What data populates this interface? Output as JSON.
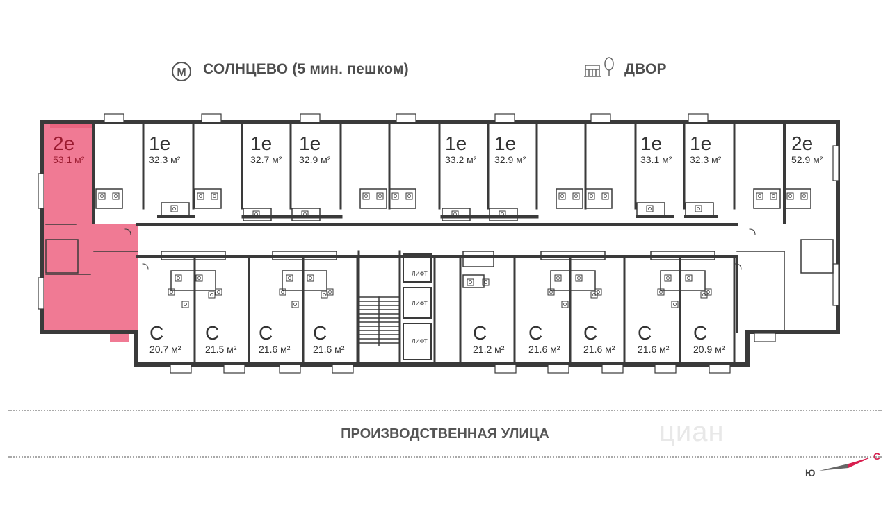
{
  "header": {
    "metro_label": "СОЛНЦЕВО (5 мин. пешком)",
    "metro_icon": "metro-icon",
    "yard_label": "ДВОР",
    "yard_icon": "yard-icon"
  },
  "street_label": "ПРОИЗВОДСТВЕННАЯ УЛИЦА",
  "watermark": "циан",
  "compass": {
    "north": "С",
    "south": "Ю",
    "north_color": "#d81e4f"
  },
  "colors": {
    "selected_fill": "#f07a94",
    "wall": "#3a3a3a"
  },
  "apartments_top": [
    {
      "type": "2е",
      "area": "53.1 м²",
      "selected": true
    },
    {
      "type": "1е",
      "area": "32.3 м²"
    },
    {
      "type": "1е",
      "area": "32.7 м²"
    },
    {
      "type": "1е",
      "area": "32.9 м²"
    },
    {
      "type": "1е",
      "area": "33.2 м²"
    },
    {
      "type": "1е",
      "area": "32.9 м²"
    },
    {
      "type": "1е",
      "area": "33.1 м²"
    },
    {
      "type": "1е",
      "area": "32.3 м²"
    },
    {
      "type": "2е",
      "area": "52.9 м²"
    }
  ],
  "apartments_bottom": [
    {
      "type": "С",
      "area": "20.7 м²"
    },
    {
      "type": "С",
      "area": "21.5 м²"
    },
    {
      "type": "С",
      "area": "21.6 м²"
    },
    {
      "type": "С",
      "area": "21.6 м²"
    },
    {
      "type": "С",
      "area": "21.2 м²"
    },
    {
      "type": "С",
      "area": "21.6 м²"
    },
    {
      "type": "С",
      "area": "21.6 м²"
    },
    {
      "type": "С",
      "area": "21.6 м²"
    },
    {
      "type": "С",
      "area": "20.9 м²"
    }
  ],
  "lifts": [
    "ЛИФТ",
    "ЛИФТ",
    "ЛИФТ"
  ]
}
